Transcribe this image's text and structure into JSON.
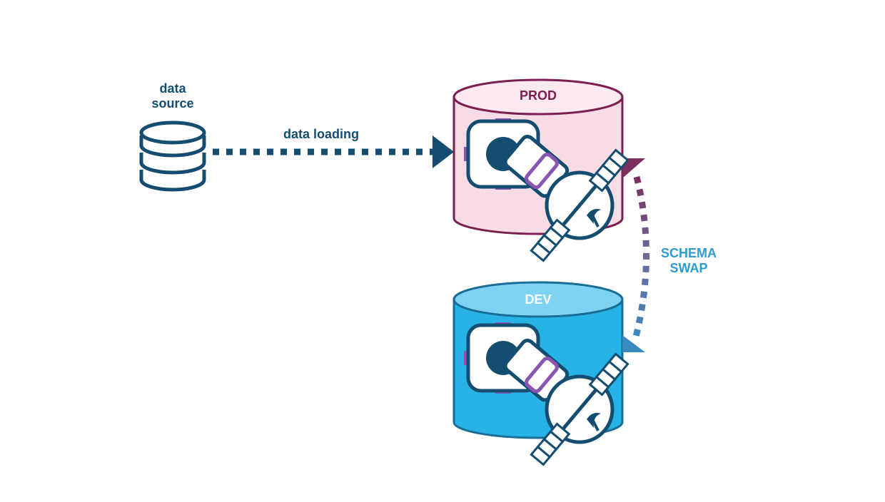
{
  "diagram": {
    "source": {
      "label_line1": "data",
      "label_line2": "source",
      "icon": "database-icon"
    },
    "edge_loading": {
      "label": "data loading"
    },
    "prod": {
      "label": "PROD",
      "icon": "airflow-satellite-icon"
    },
    "dev": {
      "label": "DEV",
      "icon": "airflow-satellite-icon"
    },
    "edge_swap": {
      "label_line1": "SCHEMA",
      "label_line2": "SWAP"
    }
  },
  "colors": {
    "navy": "#154d70",
    "prod_stroke": "#7a1f4f",
    "prod_fill": "#f7dce6",
    "prod_top": "#fbe9f0",
    "dev_stroke": "#1a6e96",
    "dev_fill": "#27b3e6",
    "dev_top": "#7fd3f2",
    "swap_text": "#2d9ccc",
    "purple": "#8a55b0"
  }
}
